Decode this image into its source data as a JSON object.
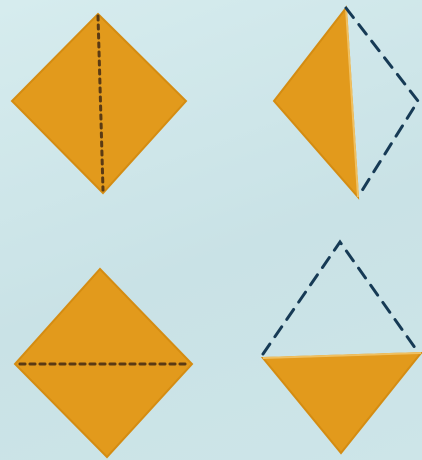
{
  "colors": {
    "background": "#cfe6e8",
    "paper_fill": "#e29a1c",
    "paper_edge": "#d48c12",
    "fold_line": "#5a3a14",
    "dashed_outline": "#163a55"
  },
  "figures": [
    {
      "id": "top-left",
      "description_type": "square-with-vertical-fold"
    },
    {
      "id": "top-right",
      "description_type": "half-folded-vertical"
    },
    {
      "id": "bottom-left",
      "description_type": "square-with-horizontal-fold"
    },
    {
      "id": "bottom-right",
      "description_type": "half-folded-horizontal"
    }
  ]
}
